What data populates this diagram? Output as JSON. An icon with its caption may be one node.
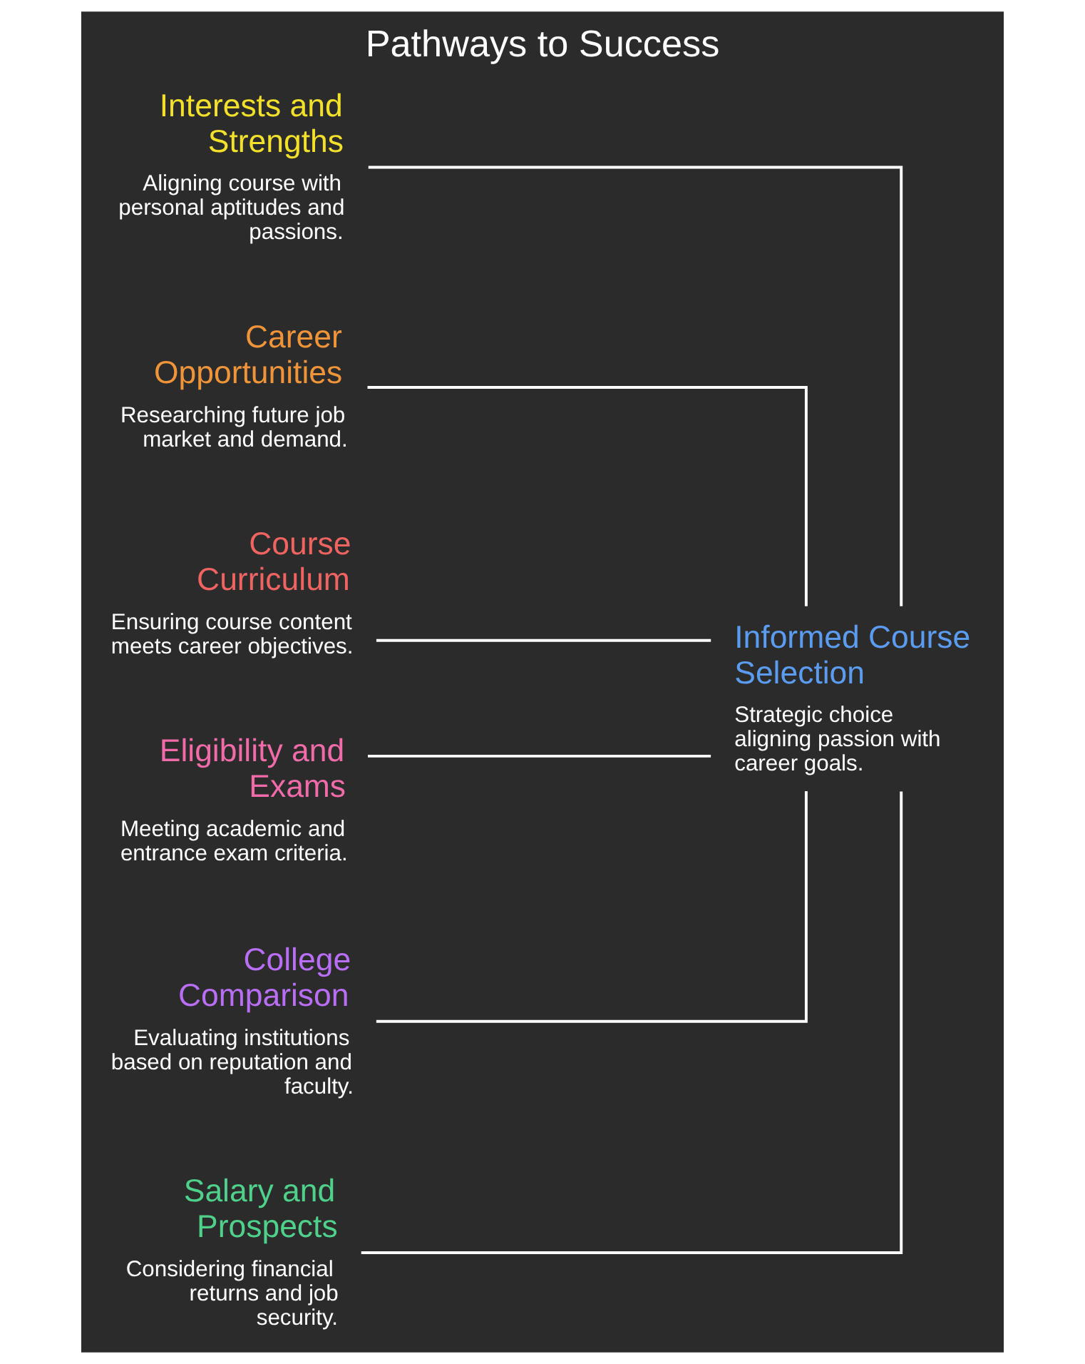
{
  "diagram": {
    "title": "Pathways to Success",
    "nodes": [
      {
        "text": [
          "Interests and Strengths",
          "Aligning course with personal aptitudes and passions."
        ]
      },
      {
        "text": [
          "Career Opportunities",
          "Researching future job market and demand."
        ]
      },
      {
        "text": [
          "Course Curriculum",
          "Ensuring course content meets career objectives."
        ]
      },
      {
        "text": [
          "Eligibility and Exams",
          "Meeting academic and entrance exam criteria."
        ]
      },
      {
        "text": [
          "College Comparison",
          "Evaluating institutions based on reputation and faculty."
        ]
      },
      {
        "text": [
          "Salary and Prospects",
          "Considering financial returns and job security."
        ]
      },
      {
        "text": [
          "Informed Course Selection",
          "Strategic choice aligning passion with career goals."
        ]
      }
    ],
    "edges": [
      {
        "from": 0,
        "to": 6,
        "arrow": "none"
      },
      {
        "from": 1,
        "to": 6,
        "arrow": "none"
      },
      {
        "from": 2,
        "to": 6,
        "arrow": "none"
      },
      {
        "from": 3,
        "to": 6,
        "arrow": "none"
      },
      {
        "from": 4,
        "to": 6,
        "arrow": "none"
      },
      {
        "from": 5,
        "to": 6,
        "arrow": "none"
      }
    ]
  }
}
